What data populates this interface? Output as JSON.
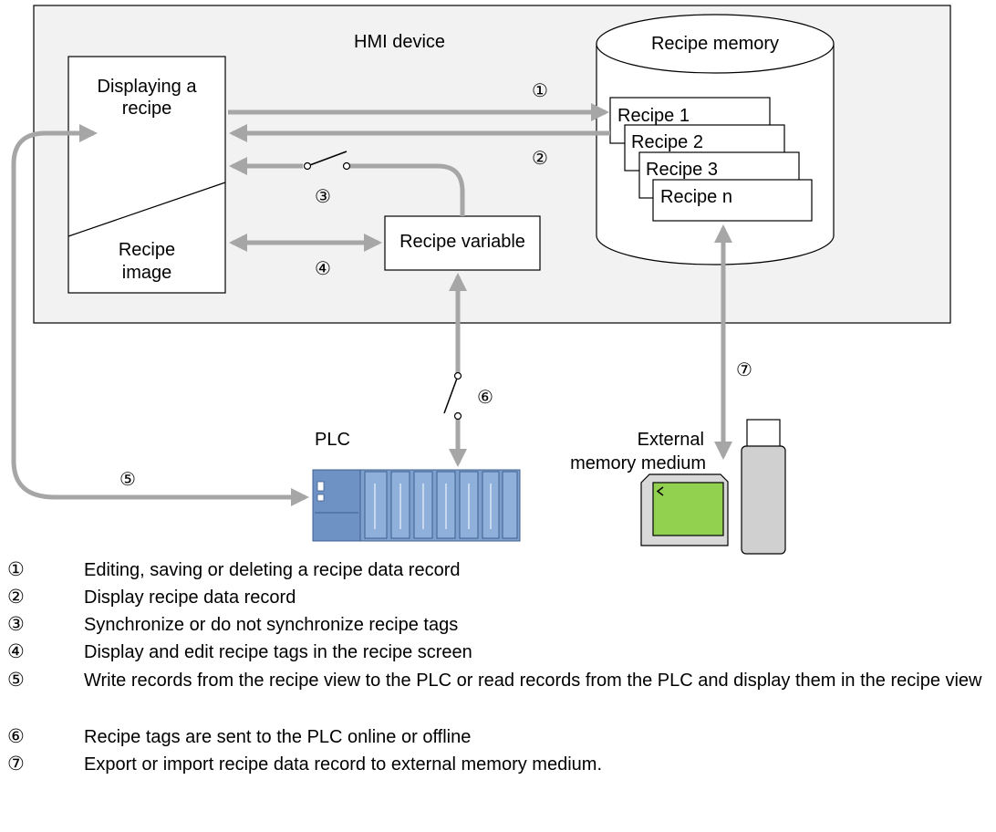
{
  "diagram": {
    "hmi_device_label": "HMI device",
    "recipe_memory_label": "Recipe memory",
    "display_box": {
      "line1": "Displaying a",
      "line2": "recipe"
    },
    "recipe_image": {
      "line1": "Recipe",
      "line2": "image"
    },
    "recipe_variable_label": "Recipe variable",
    "recipes": [
      "Recipe 1",
      "Recipe 2",
      "Recipe 3",
      "Recipe n"
    ],
    "plc_label": "PLC",
    "external_memory": {
      "line1": "External",
      "line2": "memory medium"
    },
    "markers": [
      "①",
      "②",
      "③",
      "④",
      "⑤",
      "⑥",
      "⑦"
    ]
  },
  "legend": [
    {
      "num": "①",
      "text": "Editing, saving or deleting a recipe data record"
    },
    {
      "num": "②",
      "text": "Display recipe data record"
    },
    {
      "num": "③",
      "text": "Synchronize or do not synchronize recipe tags"
    },
    {
      "num": "④",
      "text": "Display and edit recipe tags in the recipe screen"
    },
    {
      "num": "⑤",
      "text": "Write records from the recipe view to the PLC or read records from the PLC and display them in the recipe view"
    },
    {
      "num": "⑥",
      "text": "Recipe tags are sent to the PLC online or offline"
    },
    {
      "num": "⑦",
      "text": "Export or import recipe data record to external memory medium."
    }
  ],
  "colors": {
    "panel_fill": "#f2f2f2",
    "arrow_gray": "#a6a6a6",
    "plc_blue": "#6e92c4",
    "card_green": "#92d050",
    "usb_gray": "#d0d0d0"
  }
}
